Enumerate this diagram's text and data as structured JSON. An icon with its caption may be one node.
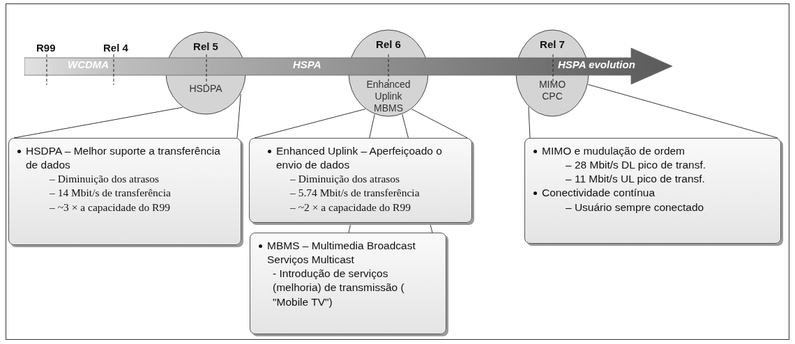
{
  "diagram": {
    "nodes": [
      {
        "text": [
          "WCDMA",
          "HSPA",
          "HSPA evolution"
        ]
      },
      {
        "text": [
          "Rel 5",
          "HSDPA"
        ]
      },
      {
        "text": [
          "Rel 6",
          "Enhanced Uplink MBMS"
        ]
      },
      {
        "text": [
          "Rel 7",
          "MIMO CPC"
        ]
      },
      {
        "text": [
          "HSDPA – Melhor suporte a transferência de dados",
          "– Diminuição dos atrasos",
          "– 14 Mbit/s de transferência",
          "– ~3 × a capacidade do R99"
        ]
      },
      {
        "text": [
          "Enhanced Uplink – Aperfeiçoado o envio de dados",
          "– Diminuição dos atrasos",
          "– 5.74 Mbit/s de transferência",
          "– ~2 × a capacidade do R99"
        ]
      },
      {
        "text": [
          "MBMS – Multimedia Broadcast Serviços Multicast",
          "- Introdução de serviços (melhoria) de transmissão ( \"Mobile TV\")"
        ]
      },
      {
        "text": [
          "MIMO e mudulação de ordem",
          "– 28 Mbit/s DL pico de transf.",
          "– 11 Mbit/s UL pico de transf.",
          "Conectividade contínua",
          "– Usuário sempre conectado"
        ]
      }
    ],
    "edges": [
      {
        "from": 1,
        "to": 4,
        "arrow": "none"
      },
      {
        "from": 1,
        "to": 4,
        "arrow": "none"
      },
      {
        "from": 2,
        "to": 5,
        "arrow": "none"
      },
      {
        "from": 2,
        "to": 5,
        "arrow": "none"
      },
      {
        "from": 2,
        "to": 6,
        "arrow": "none"
      },
      {
        "from": 2,
        "to": 6,
        "arrow": "none"
      },
      {
        "from": 3,
        "to": 7,
        "arrow": "none"
      },
      {
        "from": 3,
        "to": 7,
        "arrow": "none"
      }
    ],
    "labels": [
      "R99",
      "Rel 4"
    ]
  }
}
